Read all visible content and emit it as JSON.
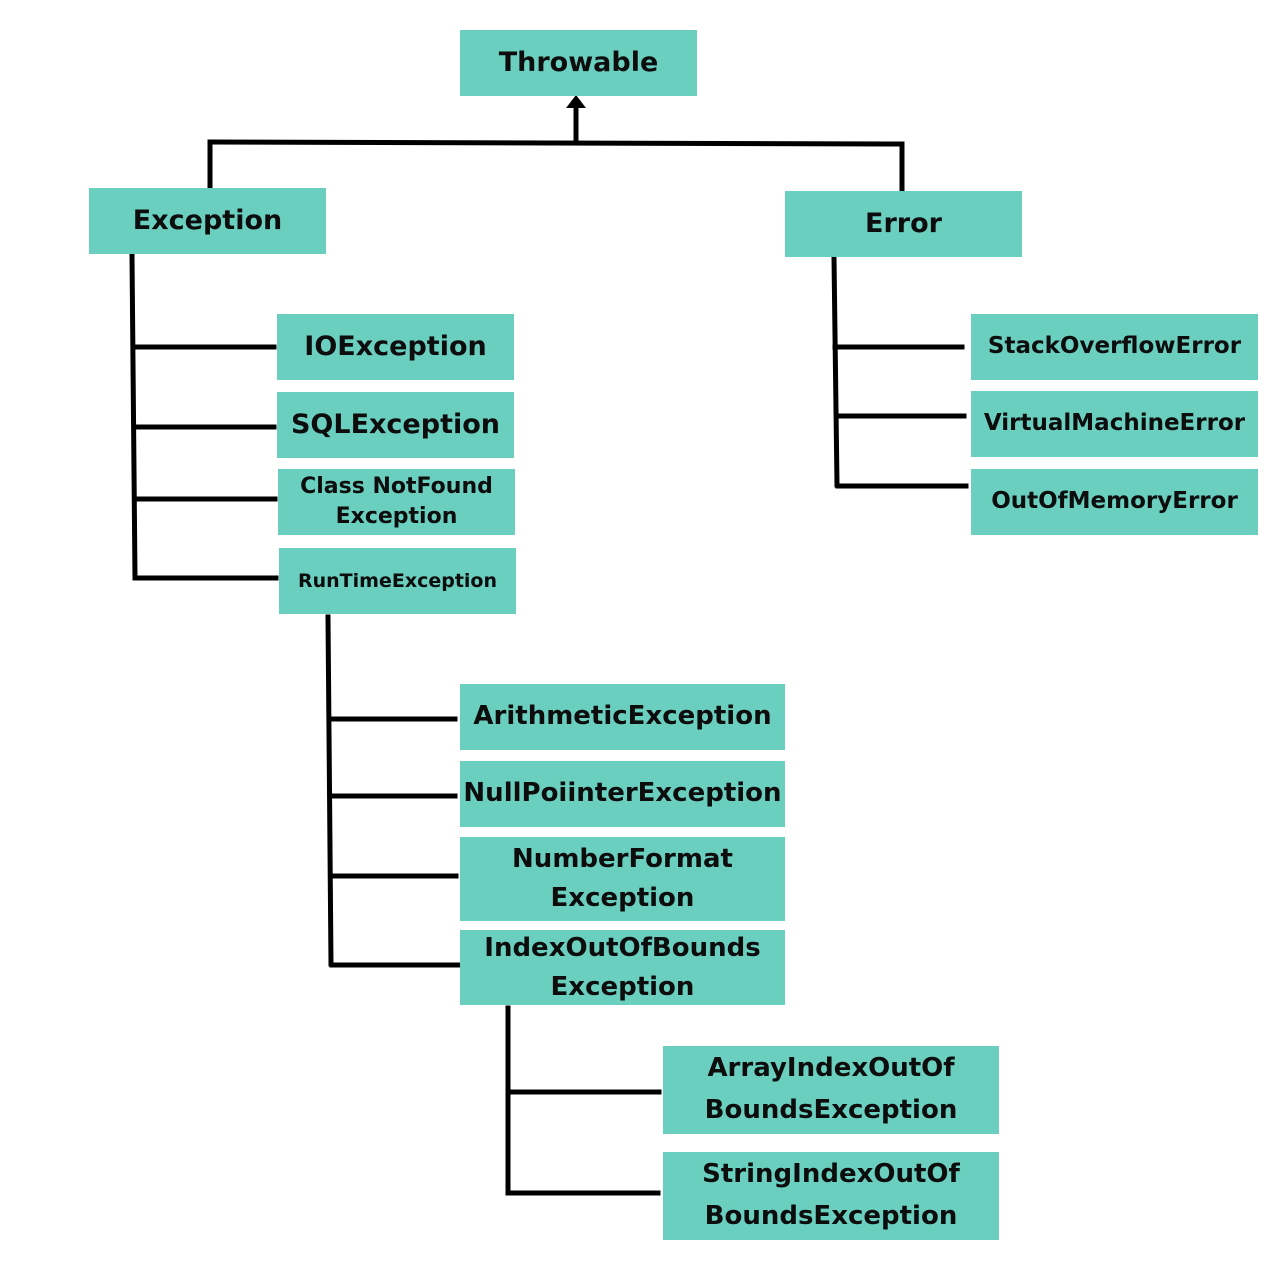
{
  "colors": {
    "node_fill": "#6bcfbf",
    "node_text": "#0d0d0d",
    "connector": "#000000",
    "background": "#ffffff"
  },
  "nodes": {
    "throwable": "Throwable",
    "exception": "Exception",
    "error": "Error",
    "io_exception": "IOException",
    "sql_exception": "SQLException",
    "class_not_found_exception": "Class NotFound\nException",
    "runtime_exception": "RunTimeException",
    "stack_overflow_error": "StackOverflowError",
    "virtual_machine_error": "VirtualMachineError",
    "out_of_memory_error": "OutOfMemoryError",
    "arithmetic_exception": "ArithmeticException",
    "null_pointer_exception": "NullPoiinterException",
    "number_format_exception": "NumberFormat\nException",
    "index_out_of_bounds_exception": "IndexOutOfBounds\nException",
    "array_index_out_of_bounds_exception": "ArrayIndexOutOf\nBoundsException",
    "string_index_out_of_bounds_exception": "StringIndexOutOf\nBoundsException"
  },
  "hierarchy": [
    {
      "parent": "throwable",
      "children": [
        "exception",
        "error"
      ]
    },
    {
      "parent": "exception",
      "children": [
        "io_exception",
        "sql_exception",
        "class_not_found_exception",
        "runtime_exception"
      ]
    },
    {
      "parent": "error",
      "children": [
        "stack_overflow_error",
        "virtual_machine_error",
        "out_of_memory_error"
      ]
    },
    {
      "parent": "runtime_exception",
      "children": [
        "arithmetic_exception",
        "null_pointer_exception",
        "number_format_exception",
        "index_out_of_bounds_exception"
      ]
    },
    {
      "parent": "index_out_of_bounds_exception",
      "children": [
        "array_index_out_of_bounds_exception",
        "string_index_out_of_bounds_exception"
      ]
    }
  ]
}
